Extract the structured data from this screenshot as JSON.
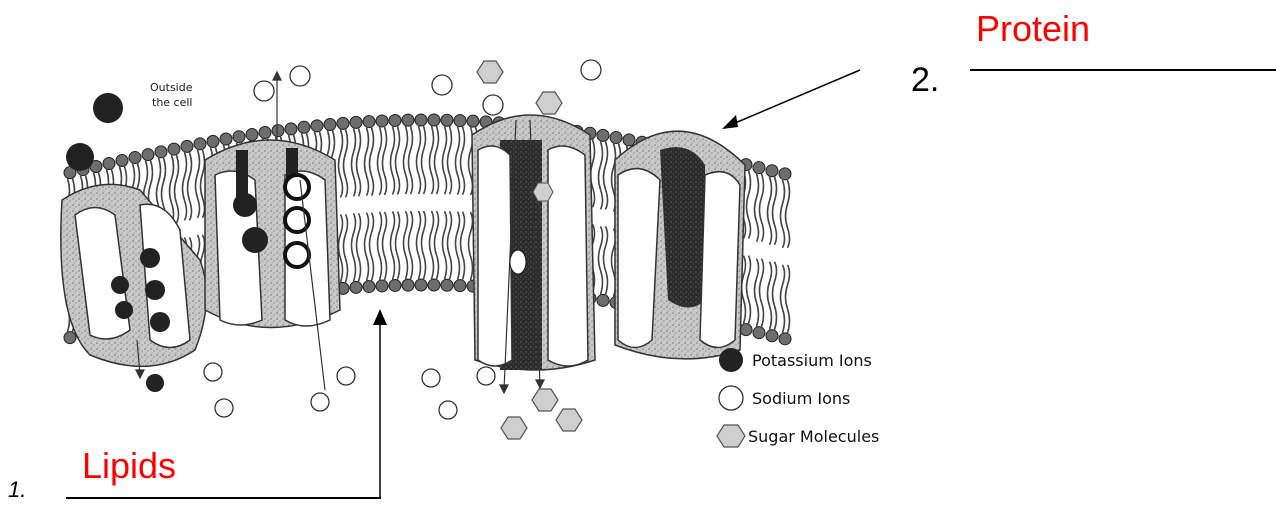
{
  "labels": {
    "one_number": "1.",
    "one_answer": "Lipids",
    "two_number": "2.",
    "two_answer": "Protein"
  },
  "diagram": {
    "outside_line1": "Outside",
    "outside_line2": "the cell",
    "legend": [
      {
        "icon": "potassium-ion-icon",
        "label": "Potassium Ions"
      },
      {
        "icon": "sodium-ion-icon",
        "label": "Sodium Ions"
      },
      {
        "icon": "sugar-molecule-icon",
        "label": "Sugar Molecules"
      }
    ]
  },
  "colors": {
    "answer_text": "#ff0000",
    "line": "#000000",
    "protein_fill": "#bdbdbd",
    "dark_channel": "#2a2a2a"
  }
}
